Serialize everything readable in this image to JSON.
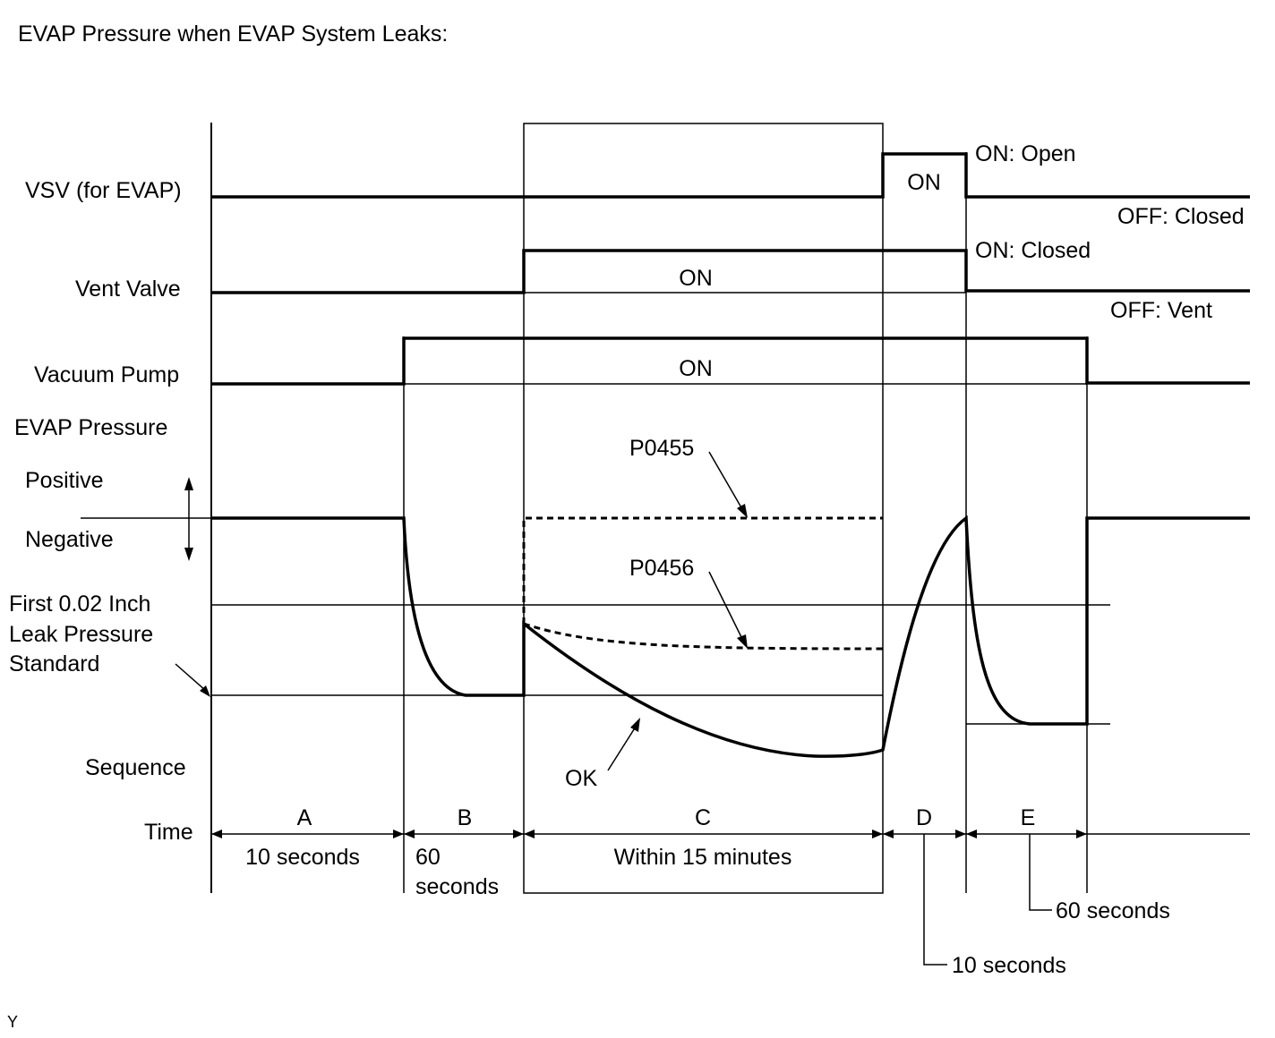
{
  "title": "EVAP Pressure when EVAP System Leaks:",
  "rows": {
    "vsv": "VSV (for EVAP)",
    "vent_valve": "Vent Valve",
    "vacuum_pump": "Vacuum Pump",
    "evap_pressure": "EVAP Pressure",
    "positive": "Positive",
    "negative": "Negative",
    "leak_standard_line1": "First 0.02 Inch",
    "leak_standard_line2": "Leak Pressure",
    "leak_standard_line3": "Standard",
    "sequence": "Sequence",
    "time": "Time"
  },
  "states": {
    "vsv_on": "ON",
    "vsv_on_desc": "ON: Open",
    "vsv_off_desc": "OFF: Closed",
    "vent_on": "ON",
    "vent_on_desc": "ON: Closed",
    "vent_off_desc": "OFF: Vent",
    "pump_on": "ON"
  },
  "codes": {
    "p0455": "P0455",
    "p0456": "P0456",
    "ok": "OK"
  },
  "sequence": {
    "a": "A",
    "b": "B",
    "c": "C",
    "d": "D",
    "e": "E"
  },
  "durations": {
    "a": "10 seconds",
    "b_line1": "60",
    "b_line2": "seconds",
    "c": "Within 15 minutes",
    "d": "10 seconds",
    "e": "60 seconds"
  },
  "footer_mark": "Y"
}
